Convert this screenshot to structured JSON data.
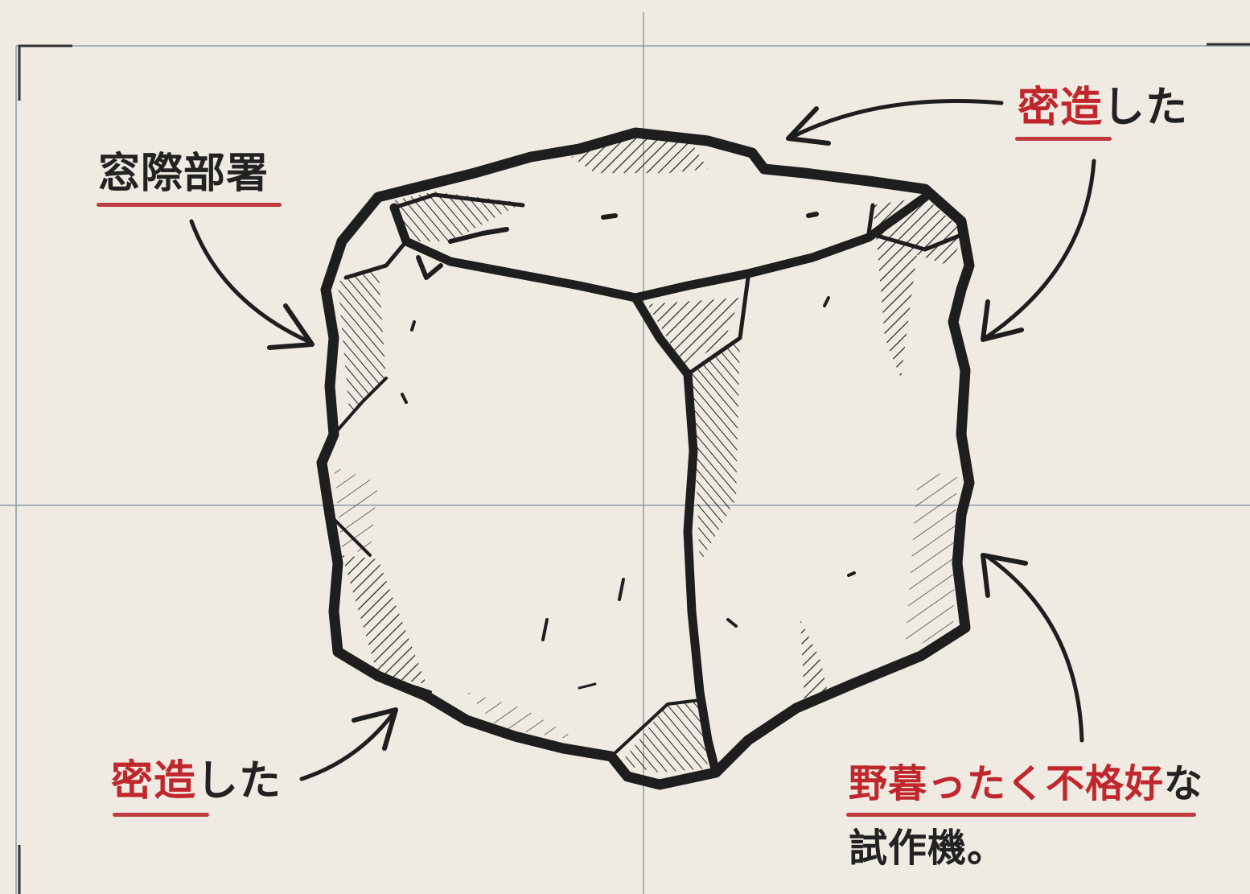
{
  "labels": {
    "top_left": {
      "text": "窓際部署"
    },
    "top_right": {
      "red": "密造",
      "black": "した"
    },
    "bottom_left": {
      "red": "密造",
      "black": "した"
    },
    "bottom_right": {
      "red": "野暮ったく不格好",
      "black": "な",
      "line2": "試作機。"
    }
  },
  "colors": {
    "paper": "#efebe2",
    "ink": "#222222",
    "accent_red": "#c0272d",
    "grid": "#8e99a8"
  }
}
